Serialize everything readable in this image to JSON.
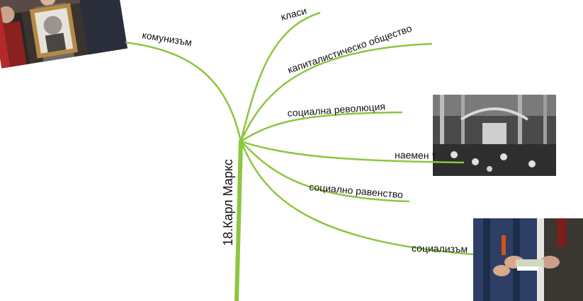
{
  "mindmap": {
    "root": {
      "label": "18.Карл Маркс"
    },
    "branches": [
      {
        "id": "komunizam",
        "label": "комунизъм"
      },
      {
        "id": "klasi",
        "label": "класи"
      },
      {
        "id": "kapitalistichesko",
        "label": "капиталистическо общество"
      },
      {
        "id": "revolyutsiya",
        "label": "социална революция"
      },
      {
        "id": "naemen",
        "label": "наемен т"
      },
      {
        "id": "ravenstvo",
        "label": "социално равенство"
      },
      {
        "id": "sotsializam",
        "label": "социализъм"
      }
    ],
    "colors": {
      "branch": "#8cc63f",
      "text": "#111111"
    }
  }
}
